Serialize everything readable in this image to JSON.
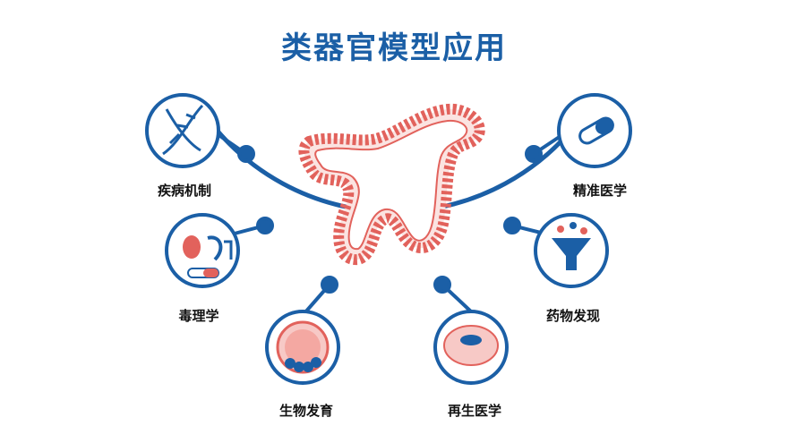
{
  "title": "类器官模型应用",
  "colors": {
    "primary": "#1b5fa6",
    "organoid_fill": "#f7c9c6",
    "organoid_stroke": "#e2625c",
    "label_text": "#111111"
  },
  "applications": [
    {
      "label": "疾病机制",
      "icon": "dna-icon"
    },
    {
      "label": "毒理学",
      "icon": "organs-pill-icon"
    },
    {
      "label": "生物发育",
      "icon": "embryo-cell-icon"
    },
    {
      "label": "再生医学",
      "icon": "tissue-cells-icon"
    },
    {
      "label": "药物发现",
      "icon": "funnel-pills-icon"
    },
    {
      "label": "精准医学",
      "icon": "capsule-icon"
    }
  ]
}
